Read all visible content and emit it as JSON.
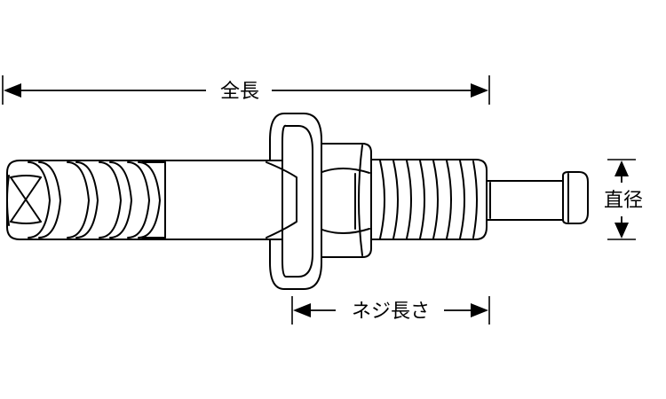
{
  "labels": {
    "overall_length": "全長",
    "thread_length": "ネジ長さ",
    "diameter": "直径"
  }
}
